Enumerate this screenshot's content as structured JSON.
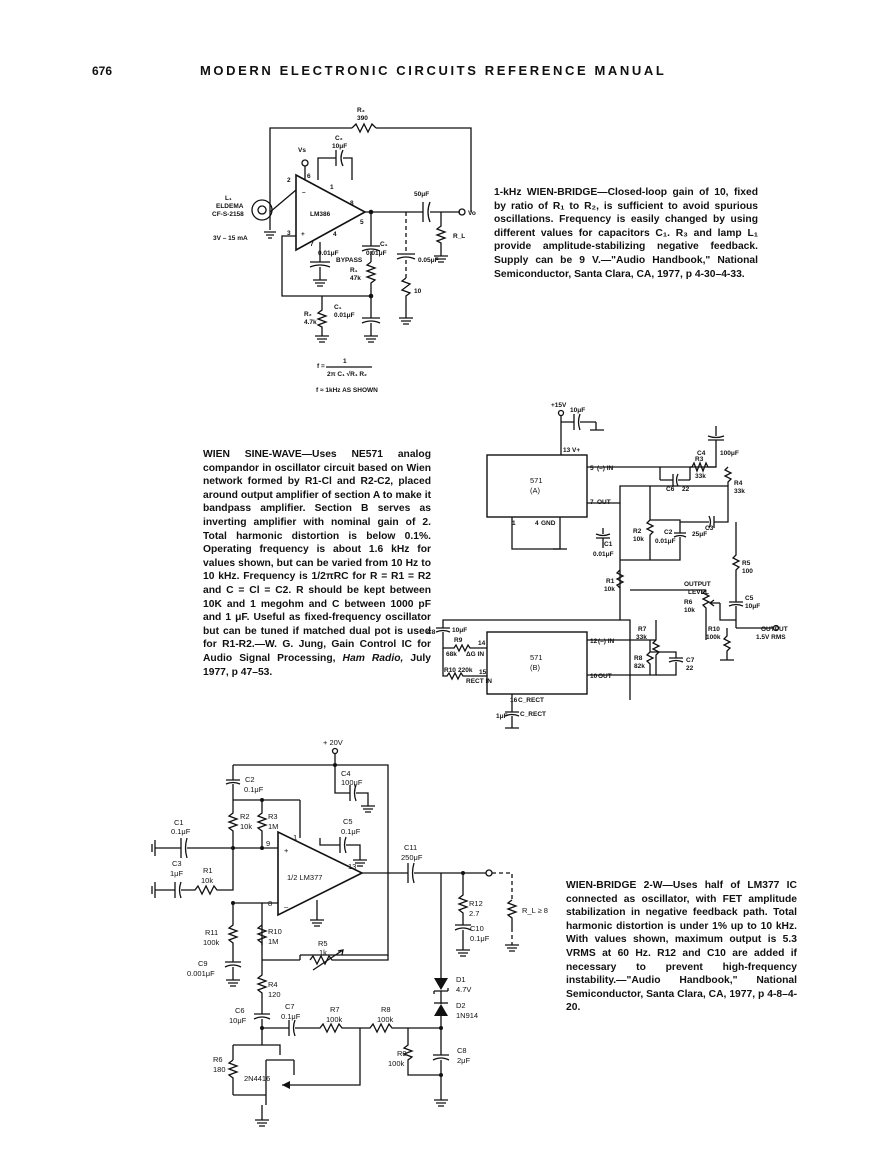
{
  "page": {
    "number": "676",
    "running_header": "MODERN ELECTRONIC CIRCUITS REFERENCE MANUAL"
  },
  "circuits": [
    {
      "id": "wien-bridge-1khz",
      "caption_lead": "1-kHz WIEN-BRIDGE",
      "caption_body": "—Closed-loop gain of 10, fixed by ratio of R₁ to R₂, is sufficient to avoid spurious oscillations. Frequency is easily changed by using different values for capacitors C₁. R₃ and lamp L₁ provide amplitude-stabilizing negative feedback. Supply can be 9 V.—\"Audio Handbook,\" National Semiconductor, Santa Clara, CA, 1977, p 4-30–4-33.",
      "labels": {
        "r3": "R₃",
        "r3v": "390",
        "c2": "C₂",
        "c2v": "10μF",
        "vs": "Vs",
        "l1": "L₁",
        "l1a": "ELDEMA",
        "l1b": "CF-S-2158",
        "lamp_spec": "3V – 15 mA",
        "ic": "LM386",
        "pin2": "2",
        "pin3": "3",
        "pin6": "6",
        "pin1": "1",
        "pin8": "8",
        "pin5": "5",
        "pin7": "7",
        "pin4": "4",
        "bypass": "BYPASS",
        "c_bypass": "0.01μF",
        "c1a": "C₁",
        "c1av": "0.01μF",
        "r1": "R₁",
        "r1v": "47k",
        "c1b": "C₁",
        "c1bv": "0.01μF",
        "r2": "R₂",
        "r2v": "4.7k",
        "cout": "50μF",
        "vo": "Vo",
        "rl": "R_L",
        "czob": "0.05μF",
        "rzob": "10",
        "formula_f": "f =",
        "formula_num": "1",
        "formula_den": "2π C₁ √R₁ R₂",
        "formula_note": "f ≈ 1kHz AS SHOWN"
      }
    },
    {
      "id": "wien-sine-wave",
      "caption_lead": "WIEN SINE-WAVE",
      "caption_body": "—Uses NE571 analog compandor in oscillator circuit based on Wien network formed by R1-Cl and R2-C2, placed around output amplifier of section A to make it bandpass amplifier. Section B serves as inverting amplifier with nominal gain of 2. Total harmonic distortion is below 0.1%. Operating frequency is about 1.6 kHz for values shown, but can be varied from 10 Hz to 10 kHz. Frequency is 1/2πRC for R = R1 = R2 and C = Cl = C2. R should be kept between 10K and 1 megohm and C between 1000 pF and 1 μF. Useful as fixed-frequency oscillator but can be tuned if matched dual pot is used for R1-R2.—W. G. Jung, Gain Control IC for Audio Signal Processing,",
      "caption_journal": "Ham Radio,",
      "caption_tail": "July 1977, p 47–53.",
      "labels": {
        "v15": "+15V",
        "c10uf": "10μF",
        "pin13": "13",
        "vplus": "V+",
        "ica": "571",
        "ica_s": "(A)",
        "pin5": "5",
        "inA": "(–) IN",
        "pin7": "7",
        "outA": "OUT",
        "pin1": "1",
        "pin4": "4",
        "gnd": "GND",
        "c4": "C4",
        "c4v": "100μF",
        "r3": "R3",
        "r3v": "33k",
        "r4": "R4",
        "r4v": "33k",
        "c6": "C6",
        "c6v": "22",
        "c3": "C3",
        "c3v": "25μF",
        "r2": "R2",
        "r2v": "10k",
        "c2": "C2",
        "c2v": "0.01μF",
        "c1": "C1",
        "c1v": "0.01μF",
        "r1": "R1",
        "r1v": "10k",
        "r5": "R5",
        "r5v": "100",
        "output_level": "OUTPUT",
        "output_level2": "LEVEL",
        "r6": "R6",
        "r6v": "10k",
        "c5": "C5",
        "c5v": "10μF",
        "r7": "R7",
        "r7v": "33k",
        "r10": "R10",
        "r10v": "100k",
        "output": "OUTPUT",
        "output_v": "1.5V RMS",
        "c8": "C8",
        "c8v": "10μF",
        "r9": "R9",
        "r9v": "68k",
        "pin14": "14",
        "deltag": "ΔG IN",
        "r10b": "R10",
        "r10bv": "220k",
        "pin15": "15",
        "rect_in": "RECT IN",
        "icb": "571",
        "icb_s": "(B)",
        "pin12": "12",
        "inB": "(–) IN",
        "pin10": "10",
        "outB": "OUT",
        "r8": "R8",
        "r8v": "82k",
        "c7": "C7",
        "c7v": "22",
        "pin16": "16",
        "crect": "C_RECT",
        "crect_v": "1μF",
        "crect2": "C_RECT"
      }
    },
    {
      "id": "wien-bridge-2w",
      "caption_lead": "WIEN-BRIDGE 2-W",
      "caption_body": "—Uses half of LM377 IC connected as oscillator, with FET amplitude stabilization in negative feedback path. Total harmonic distortion is under 1% up to 10 kHz. With values shown, maximum output is 5.3 VRMS at 60 Hz. R12 and C10 are added if necessary to prevent high-frequency instability.—\"Audio Handbook,\" National Semiconductor, Santa Clara, CA, 1977, p 4-8–4-20.",
      "labels": {
        "v20": "+ 20V",
        "c4": "C4",
        "c4v": "100μF",
        "c2": "C2",
        "c2v": "0.1μF",
        "r2": "R2",
        "r2v": "10k",
        "r3": "R3",
        "r3v": "1M",
        "c5": "C5",
        "c5v": "0.1μF",
        "c1": "C1",
        "c1v": "0.1μF",
        "c3": "C3",
        "c3v": "1μF",
        "r1": "R1",
        "r1v": "10k",
        "pin9": "9",
        "pin1": "1",
        "pin13": "13",
        "pin8": "8",
        "ic": "1/2 LM377",
        "c11": "C11",
        "c11v": "250μF",
        "r12": "R12",
        "r12v": "2.7",
        "rl": "R_L ≥ 8",
        "c10": "C10",
        "c10v": "0.1μF",
        "r11": "R11",
        "r11v": "100k",
        "r10": "R10",
        "r10v": "1M",
        "r5": "R5",
        "r5v": "1k",
        "c9": "C9",
        "c9v": "0.001μF",
        "r4": "R4",
        "r4v": "120",
        "d1": "D1",
        "d1v": "4.7V",
        "c6": "C6",
        "c6v": "10μF",
        "c7": "C7",
        "c7v": "0.1μF",
        "r7": "R7",
        "r7v": "100k",
        "r8": "R8",
        "r8v": "100k",
        "d2": "D2",
        "d2v": "1N914",
        "r6": "R6",
        "r6v": "180",
        "fet": "2N4416",
        "r9": "R9",
        "r9v": "100k",
        "c8": "C8",
        "c8v": "2μF"
      }
    }
  ]
}
